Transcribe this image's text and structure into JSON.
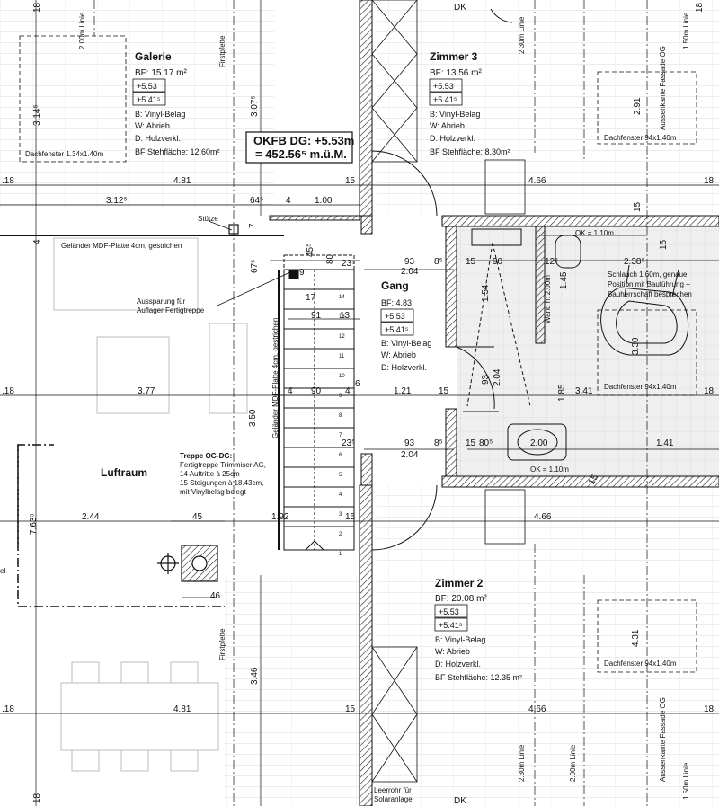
{
  "rooms": {
    "galerie": {
      "name": "Galerie",
      "bf": "BF: 15.17 m²",
      "level1": "+5.53",
      "level2": "+5.41⁵",
      "b": "B:  Vinyl-Belag",
      "w": "W:  Abrieb",
      "d": "D:  Holzverkl.",
      "stehflaeche": "BF Stehfläche: 12.60m²",
      "dachfenster": "Dachfenster 1.34x1.40m"
    },
    "zimmer3": {
      "name": "Zimmer 3",
      "bf": "BF: 13.56 m²",
      "level1": "+5.53",
      "level2": "+5.41⁵",
      "b": "B:  Vinyl-Belag",
      "w": "W:  Abrieb",
      "d": "D:  Holzverkl.",
      "stehflaeche": "BF Stehfläche: 8.30m²",
      "dachfenster": "Dachfenster 94x1.40m"
    },
    "gang": {
      "name": "Gang",
      "bf": "BF: 4.83",
      "level1": "+5.53",
      "level2": "+5.41⁵",
      "b": "B:  Vinyl-Belag",
      "w": "W:  Abrieb",
      "d": "D:  Holzverkl."
    },
    "zimmer2": {
      "name": "Zimmer 2",
      "bf": "BF: 20.08 m²",
      "level1": "+5.53",
      "level2": "+5.41⁵",
      "b": "B:  Vinyl-Belag",
      "w": "W:  Abrieb",
      "d": "D:  Holzverkl.",
      "stehflaeche": "BF Stehfläche: 12.35 m²",
      "dachfenster": "Dachfenster 94x1.40m"
    },
    "luftraum": {
      "name": "Luftraum"
    },
    "bad": {
      "dachfenster": "Dachfenster 94x1.40m",
      "ok_top": "OK = 1.10m",
      "ok_bottom": "OK = 1.10m",
      "wand": "Wand h: 2.00m",
      "schlauch": "Schlauch 1.60m, genaue",
      "schlauch2": "Position mit Bauführung +",
      "schlauch3": "Bauherrschaft besprechen",
      "wanne": "3.30",
      "dusche": "2.00"
    }
  },
  "okfb": {
    "line1": "OKFB DG: +5.53m",
    "line2": "= 452.56⁵ m.ü.M."
  },
  "notes": {
    "gelaender1": "Geländer MDF-Platte 4cm, gestrichen",
    "gelaender2": "Geländer MDF-Platte 4cm, gestrichen",
    "stuetze": "Stütze",
    "aussparung1": "Aussparung für",
    "aussparung2": "Auflager Fertigtreppe",
    "treppe_title": "Treppe OG-DG:",
    "treppe1": "Fertigtreppe Trimmiser AG,",
    "treppe2": "14 Auftritte à 25cm",
    "treppe3": "15 Steigungen à 18.43cm,",
    "treppe4": "mit Vinylbelag belegt",
    "firstpfette": "Firstpfette",
    "linie_200": "2.00m Linie",
    "linie_230": "2.30m Linie",
    "linie_150": "1.50m Linie",
    "fassade": "Aussenkante Fassade OG",
    "leerrohr1": "Leerrohr für",
    "leerrohr2": "Solaranlage",
    "dk": "DK",
    "el": "el"
  },
  "dims": {
    "d318": ".18",
    "d481": "4.81",
    "d15": "15",
    "d466": "4.66",
    "d3125": "3.12⁵",
    "d645": "64⁵",
    "d4": "4",
    "d100": "1.00",
    "d7": "7",
    "d455": "45⁵",
    "d80": "80",
    "d235": "23⁵",
    "d93": "93",
    "d85": "8⁵",
    "d15b": "15",
    "d90": "90",
    "d125": "12⁵",
    "d238": "2.38⁵",
    "d204": "2.04",
    "d675": "67⁵",
    "d9": "9",
    "d17": "17",
    "d91": "91",
    "d13": "13",
    "d154": "1.54",
    "d145": "1.45",
    "d377": "3.77",
    "d341": "3.41",
    "d121": "1.21",
    "d6": "6",
    "d204b": "2.04",
    "d93b": "93",
    "d185": "1.85",
    "d805": "80⁵",
    "d141": "1.41",
    "d350": "3.50",
    "d244": "2.44",
    "d192": "1.92",
    "d45": "45",
    "d46": "46",
    "d7635": "7.63⁵",
    "d346": "3.46",
    "d431": "4.31",
    "d291": "2.91",
    "d3145": "3.14⁵",
    "d3075": "3.07⁵",
    "d18": "18"
  },
  "stair_numbers": [
    "14",
    "13",
    "12",
    "11",
    "10",
    "9",
    "8",
    "7",
    "6",
    "5",
    "4",
    "3",
    "2",
    "1"
  ]
}
